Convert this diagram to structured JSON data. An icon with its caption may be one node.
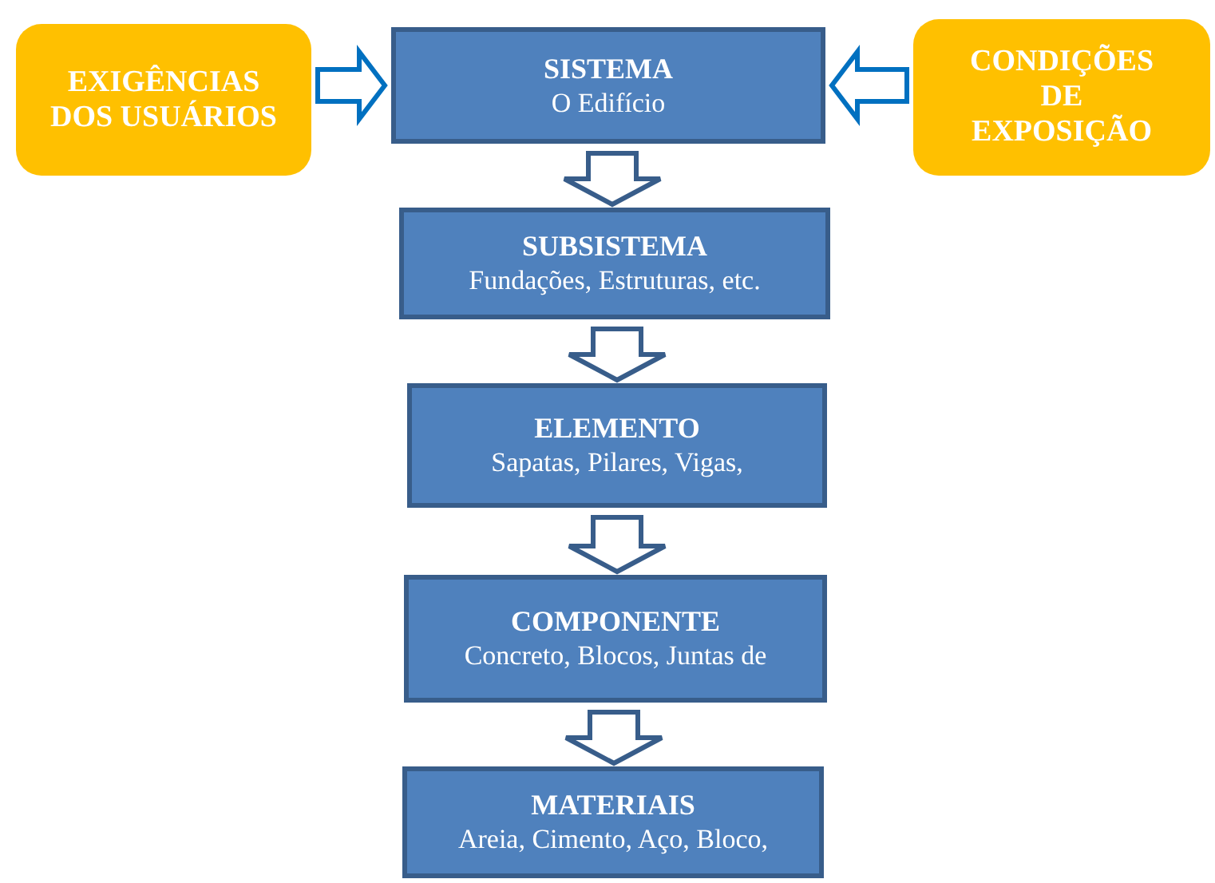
{
  "diagram": {
    "nodes": [
      {
        "text": [
          "EXIGÊNCIAS DOS USUÁRIOS"
        ]
      },
      {
        "text": [
          "SISTEMA",
          "O Edifício"
        ]
      },
      {
        "text": [
          "CONDIÇÕES DE EXPOSIÇÃO"
        ]
      },
      {
        "text": [
          "SUBSISTEMA",
          "Fundações, Estruturas, etc."
        ]
      },
      {
        "text": [
          "ELEMENTO",
          "Sapatas, Pilares, Vigas,"
        ]
      },
      {
        "text": [
          "COMPONENTE",
          "Concreto, Blocos, Juntas de"
        ]
      },
      {
        "text": [
          "MATERIAIS",
          "Areia, Cimento, Aço, Bloco,"
        ]
      }
    ],
    "edges": [
      {
        "from": 0,
        "to": 1,
        "arrow": "to",
        "color": "#0070c0"
      },
      {
        "from": 2,
        "to": 1,
        "arrow": "to",
        "color": "#0070c0"
      },
      {
        "from": 1,
        "to": 3,
        "arrow": "to"
      },
      {
        "from": 3,
        "to": 4,
        "arrow": "to"
      },
      {
        "from": 4,
        "to": 5,
        "arrow": "to"
      },
      {
        "from": 5,
        "to": 6,
        "arrow": "to"
      }
    ]
  }
}
